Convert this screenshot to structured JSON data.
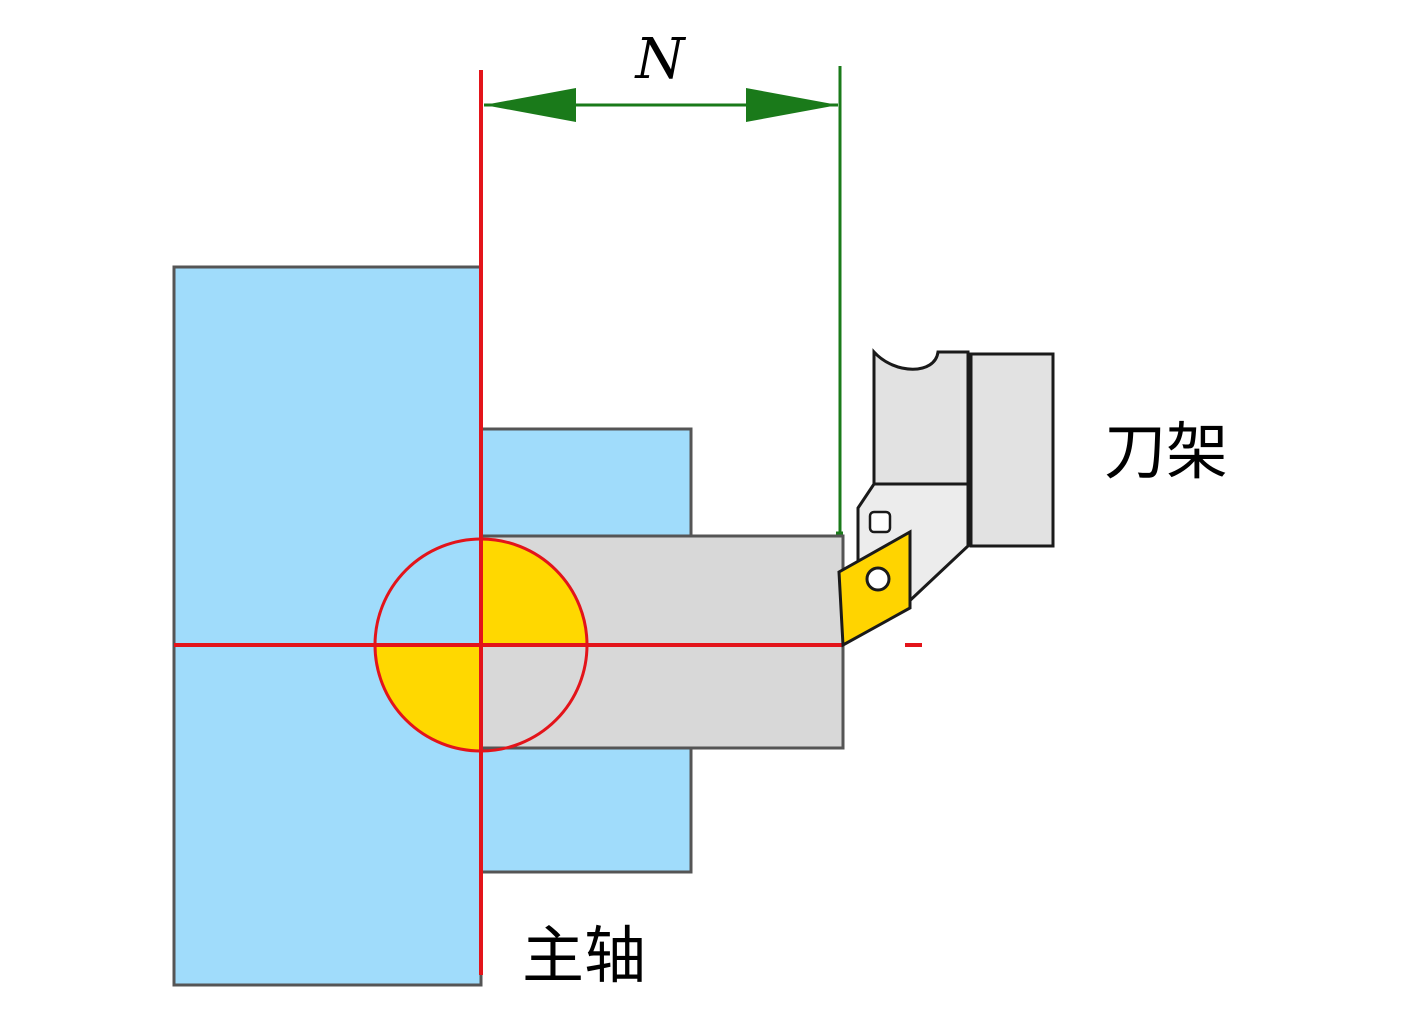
{
  "labels": {
    "dimension": "N",
    "tool_holder": "刀架",
    "spindle": "主轴"
  },
  "colors": {
    "chuck_fill": "#a0dcfb",
    "outline": "#555555",
    "bar_fill": "#d8d8d8",
    "axis_red": "#e3141a",
    "dimension_green": "#1a7a1a",
    "center_mark_yellow": "#ffd800",
    "insert_yellow": "#ffd400",
    "holder_fill": "#e2e2e2"
  }
}
